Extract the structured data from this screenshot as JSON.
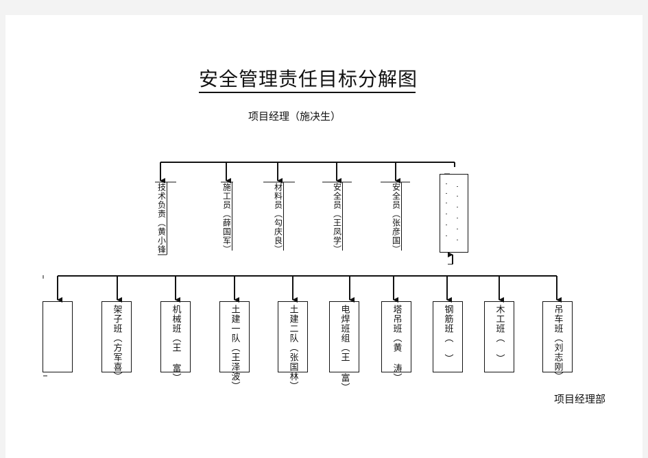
{
  "title": "安全管理责任目标分解图",
  "root": "项目经理（施决生）",
  "managers": [
    {
      "label": "技术负责（黄小锋"
    },
    {
      "label": "施工员（薛国军）"
    },
    {
      "label": "材料员（勾庆良）"
    },
    {
      "label": "安全员（王凤学）"
    },
    {
      "label": "安全员（张彦国）"
    },
    {
      "label": ""
    }
  ],
  "teams": [
    {
      "label": ""
    },
    {
      "label": "架子班（方军喜）"
    },
    {
      "label": "机械班（王 富）"
    },
    {
      "label": "土建一队（王泽波）"
    },
    {
      "label": "土建二队（张国林）"
    },
    {
      "label": "电焊班组（王 富）"
    },
    {
      "label": "塔吊班（黄 涛）"
    },
    {
      "label": "钢筋班（ ）"
    },
    {
      "label": "木工班（ ）"
    },
    {
      "label": "吊车班（刘志刚）"
    }
  ],
  "footer": "项目经理部"
}
